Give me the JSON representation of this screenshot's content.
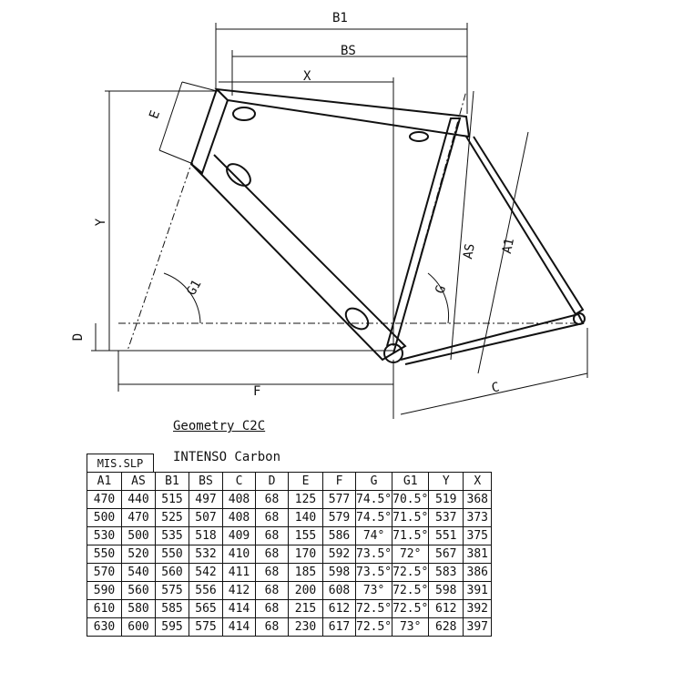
{
  "labels": {
    "B1": "B1",
    "BS": "BS",
    "X": "X",
    "E": "E",
    "Y": "Y",
    "G1": "G1",
    "G": "G",
    "AS": "AS",
    "A1": "A1",
    "D": "D",
    "F": "F",
    "C": "C"
  },
  "title": "Geometry C2C",
  "model": "INTENSO Carbon",
  "table": {
    "group_header": "MIS.SLP",
    "columns": [
      "A1",
      "AS",
      "B1",
      "BS",
      "C",
      "D",
      "E",
      "F",
      "G",
      "G1",
      "Y",
      "X"
    ],
    "rows": [
      [
        "470",
        "440",
        "515",
        "497",
        "408",
        "68",
        "125",
        "577",
        "74.5°",
        "70.5°",
        "519",
        "368"
      ],
      [
        "500",
        "470",
        "525",
        "507",
        "408",
        "68",
        "140",
        "579",
        "74.5°",
        "71.5°",
        "537",
        "373"
      ],
      [
        "530",
        "500",
        "535",
        "518",
        "409",
        "68",
        "155",
        "586",
        "74°",
        "71.5°",
        "551",
        "375"
      ],
      [
        "550",
        "520",
        "550",
        "532",
        "410",
        "68",
        "170",
        "592",
        "73.5°",
        "72°",
        "567",
        "381"
      ],
      [
        "570",
        "540",
        "560",
        "542",
        "411",
        "68",
        "185",
        "598",
        "73.5°",
        "72.5°",
        "583",
        "386"
      ],
      [
        "590",
        "560",
        "575",
        "556",
        "412",
        "68",
        "200",
        "608",
        "73°",
        "72.5°",
        "598",
        "391"
      ],
      [
        "610",
        "580",
        "585",
        "565",
        "414",
        "68",
        "215",
        "612",
        "72.5°",
        "72.5°",
        "612",
        "392"
      ],
      [
        "630",
        "600",
        "595",
        "575",
        "414",
        "68",
        "230",
        "617",
        "72.5°",
        "73°",
        "628",
        "397"
      ]
    ]
  }
}
